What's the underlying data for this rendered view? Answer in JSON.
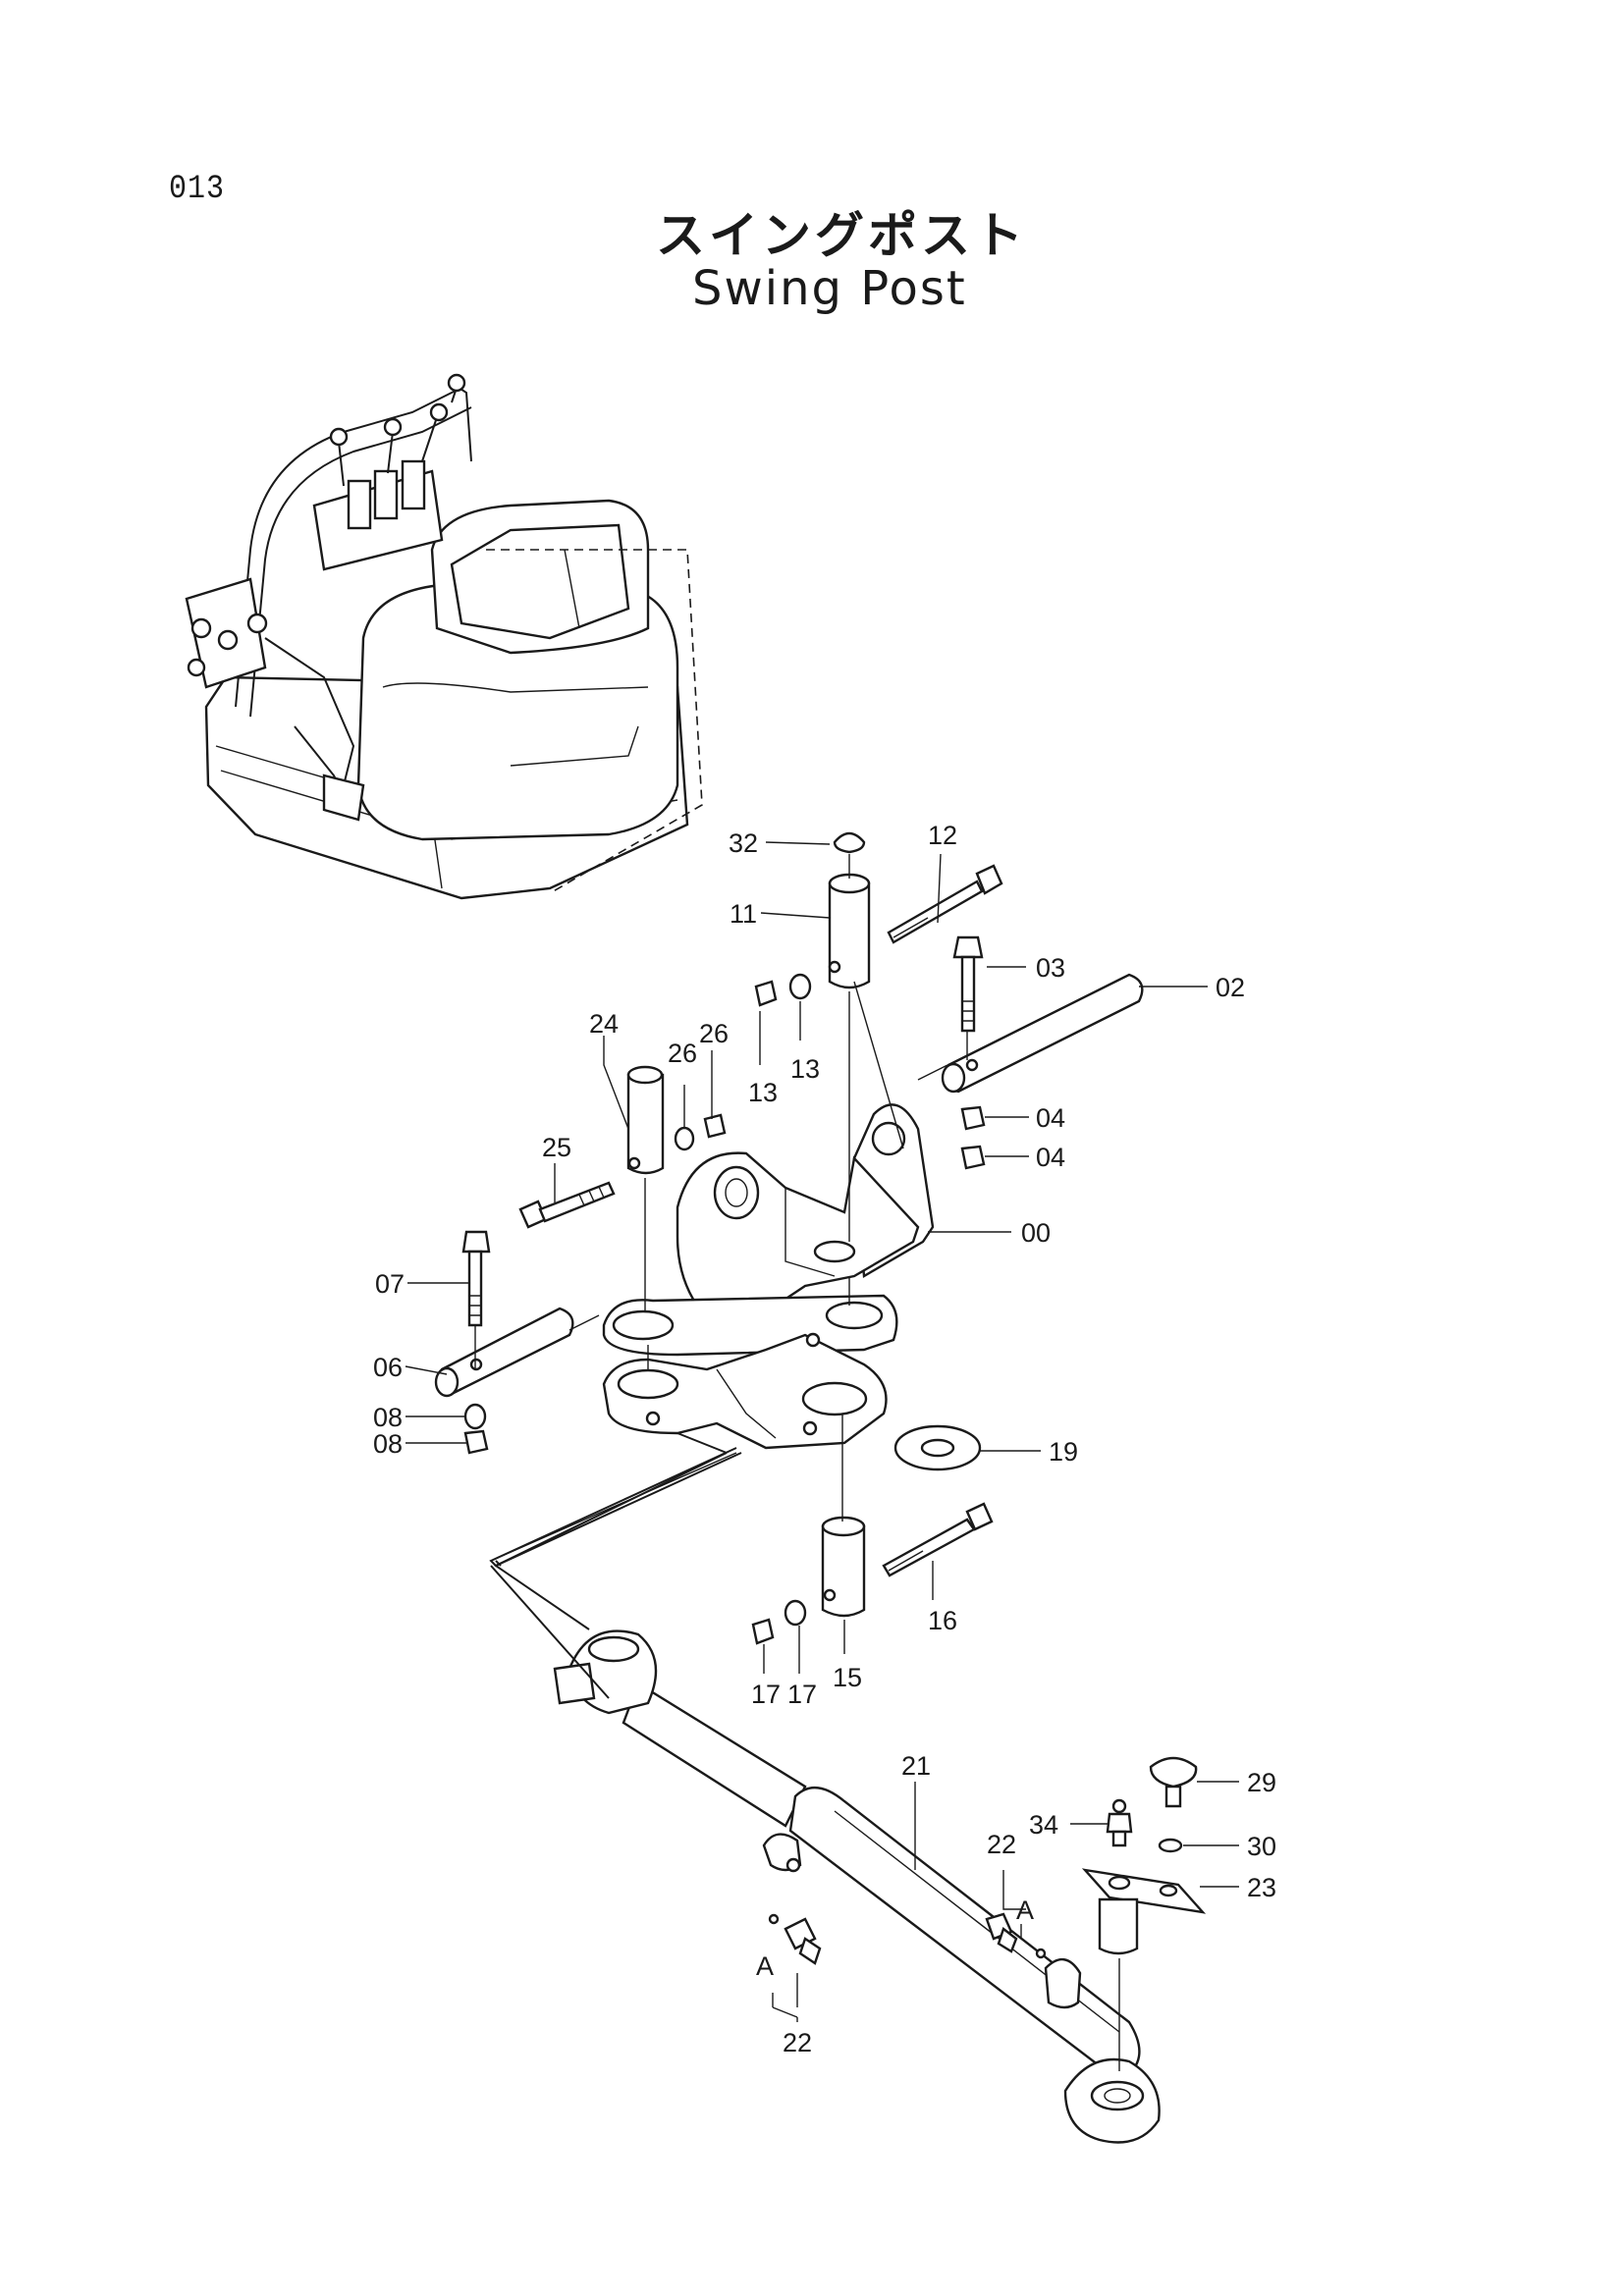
{
  "page": {
    "number": "013",
    "title_ja": "スイングポスト",
    "title_en": "Swing Post"
  },
  "callouts": {
    "c00": "00",
    "c02": "02",
    "c03": "03",
    "c04a": "04",
    "c04b": "04",
    "c06": "06",
    "c07": "07",
    "c08a": "08",
    "c08b": "08",
    "c11": "11",
    "c12": "12",
    "c13a": "13",
    "c13b": "13",
    "c15": "15",
    "c16": "16",
    "c17a": "17",
    "c17b": "17",
    "c19": "19",
    "c21": "21",
    "c22a": "22",
    "c22b": "22",
    "c23": "23",
    "c24": "24",
    "c25": "25",
    "c26a": "26",
    "c26b": "26",
    "c29": "29",
    "c30": "30",
    "c32": "32",
    "c34": "34",
    "cA1": "A",
    "cA2": "A"
  }
}
